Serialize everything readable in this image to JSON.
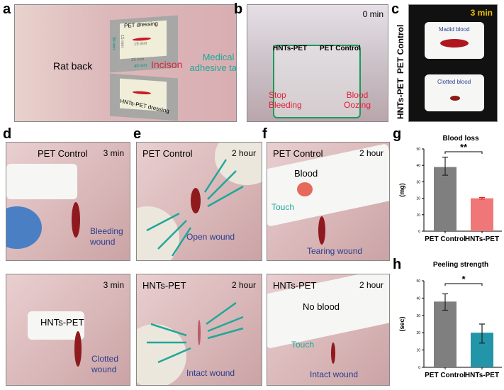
{
  "panels": {
    "a": {
      "letter": "a",
      "rat_back": "Rat back",
      "pet_dressing": "PET dressing",
      "hnts_dressing": "HNTs-PET dressing",
      "incision": "Incison",
      "tape": "Medical adhesive tape",
      "dims": [
        "30 mm",
        "15 mm",
        "15 mm",
        "25 mm",
        "40 mm"
      ]
    },
    "b": {
      "letter": "b",
      "time": "0 min",
      "hnts": "HNTs-PET",
      "control": "PET Control",
      "stop": "Stop Bleeding",
      "oozing": "Blood Oozing"
    },
    "c": {
      "letter": "c",
      "time": "3 min",
      "control": "PET Control",
      "hnts": "HNTs-PET",
      "madid": "Madid blood",
      "clotted": "Clotted blood"
    },
    "d": {
      "letter": "d",
      "top": {
        "title": "PET Control",
        "time": "3 min",
        "caption": "Bleeding wound"
      },
      "bottom": {
        "title": "HNTs-PET",
        "time": "3 min",
        "caption": "Clotted wound"
      }
    },
    "e": {
      "letter": "e",
      "top": {
        "title": "PET Control",
        "time": "2 hour",
        "caption": "Open wound"
      },
      "bottom": {
        "title": "HNTs-PET",
        "time": "2 hour",
        "caption": "Intact wound"
      }
    },
    "f": {
      "letter": "f",
      "top": {
        "title": "PET Control",
        "time": "2 hour",
        "blood": "Blood",
        "touch": "Touch",
        "caption": "Tearing wound"
      },
      "bottom": {
        "title": "HNTs-PET",
        "time": "2 hour",
        "blood": "No blood",
        "touch": "Touch",
        "caption": "Intact wound"
      }
    },
    "g": {
      "letter": "g"
    },
    "h": {
      "letter": "h"
    }
  },
  "chart_data": [
    {
      "type": "bar",
      "title": "Blood loss",
      "ylabel": "(mg)",
      "categories": [
        "PET Control",
        "HNTs-PET"
      ],
      "values": [
        39,
        20
      ],
      "errors": [
        [
          34,
          45
        ],
        [
          19.5,
          20.5
        ]
      ],
      "ylim": [
        0,
        50
      ],
      "yticks": [
        0,
        10,
        20,
        30,
        40,
        50
      ],
      "colors": [
        "#7f7f7f",
        "#ef7777"
      ],
      "significance": "**"
    },
    {
      "type": "bar",
      "title": "Peeling strength",
      "ylabel": "(sec)",
      "categories": [
        "PET Control",
        "HNTs-PET"
      ],
      "values": [
        38,
        20
      ],
      "errors": [
        [
          33,
          42.5
        ],
        [
          14,
          25
        ]
      ],
      "ylim": [
        0,
        50
      ],
      "yticks": [
        0,
        10,
        20,
        30,
        40,
        50
      ],
      "colors": [
        "#7f7f7f",
        "#2295a8"
      ],
      "significance": "*"
    }
  ]
}
